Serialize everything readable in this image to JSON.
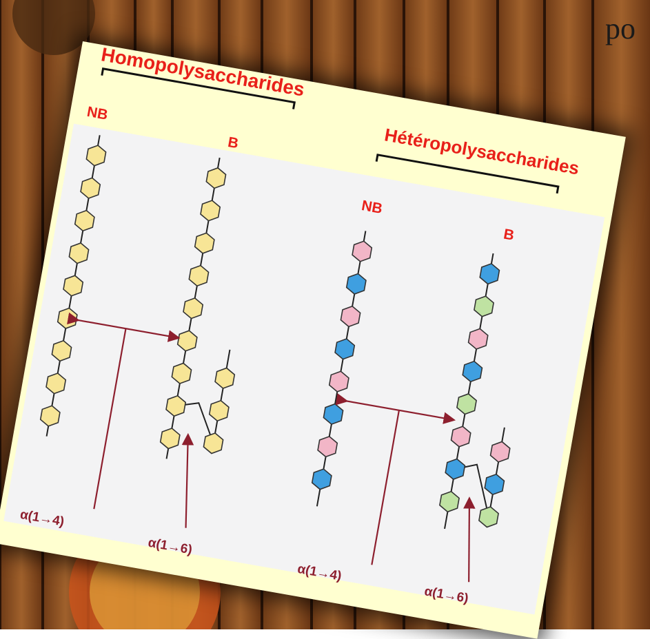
{
  "corner_text": "po",
  "homo": {
    "title": "Homopolysaccharides",
    "nb": "NB",
    "b": "B",
    "bond_14": "α(1→4)",
    "bond_16": "α(1→6)"
  },
  "hetero": {
    "title": "Hétéropolysaccharides",
    "nb": "NB",
    "b": "B",
    "bond_14": "α(1→4)",
    "bond_16": "α(1→6)"
  },
  "colors": {
    "yellow": "#f7e596",
    "pink": "#f2b6c7",
    "blue": "#3f9fe0",
    "green": "#bfe2a2",
    "arrow": "#8d1f2e",
    "title": "#e8201a"
  },
  "chains": {
    "homo_nb": [
      "yellow",
      "yellow",
      "yellow",
      "yellow",
      "yellow",
      "yellow",
      "yellow",
      "yellow",
      "yellow"
    ],
    "homo_b_main": [
      "yellow",
      "yellow",
      "yellow",
      "yellow",
      "yellow",
      "yellow",
      "yellow",
      "yellow",
      "yellow"
    ],
    "homo_b_branch": [
      "yellow",
      "yellow",
      "yellow"
    ],
    "hetero_nb": [
      "pink",
      "blue",
      "pink",
      "blue",
      "pink",
      "blue",
      "pink",
      "blue"
    ],
    "hetero_b_main": [
      "blue",
      "green",
      "pink",
      "blue",
      "green",
      "pink",
      "blue",
      "green"
    ],
    "hetero_b_branch": [
      "pink",
      "blue",
      "green"
    ]
  }
}
